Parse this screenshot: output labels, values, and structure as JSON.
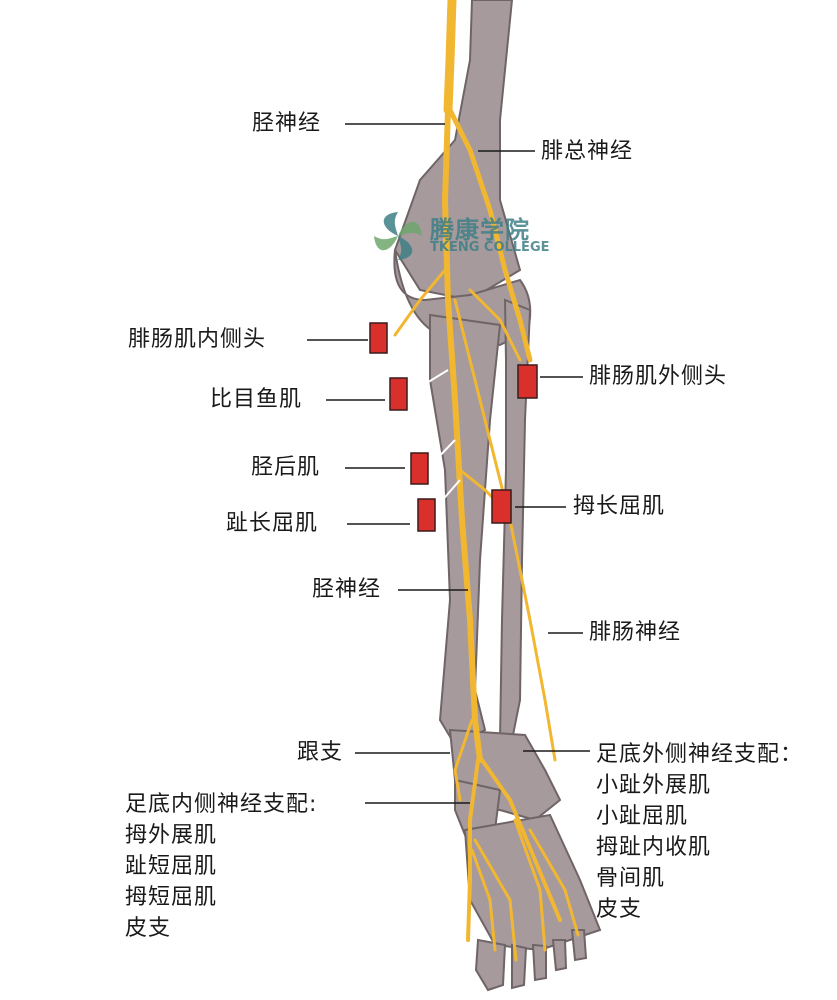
{
  "labels": {
    "tibial_nerve_top": "胫神经",
    "common_peroneal_nerve": "腓总神经",
    "gastroc_medial_head": "腓肠肌内侧头",
    "soleus": "比目鱼肌",
    "gastroc_lateral_head": "腓肠肌外侧头",
    "tibialis_posterior": "胫后肌",
    "flexor_hallucis_longus": "拇长屈肌",
    "flexor_digitorum_longus": "趾长屈肌",
    "tibial_nerve_mid": "胫神经",
    "sural_nerve": "腓肠神经",
    "calcaneal_branch": "跟支"
  },
  "medial_plantar": {
    "title": "足底内侧神经支配:",
    "items": [
      "拇外展肌",
      "趾短屈肌",
      "拇短屈肌",
      "皮支"
    ]
  },
  "lateral_plantar": {
    "title": "足底外侧神经支配：",
    "items": [
      "小趾外展肌",
      "小趾屈肌",
      "拇趾内收肌",
      "骨间肌",
      "皮支"
    ]
  },
  "watermark": {
    "name_cn": "腾康学院",
    "name_en": "TKENG COLLEGE"
  },
  "colors": {
    "nerve": "#f2b731",
    "bone": "#a69a9c",
    "bone_outline": "#6f6466",
    "marker": "#d9302b",
    "leader_line": "#1a1a1a"
  }
}
